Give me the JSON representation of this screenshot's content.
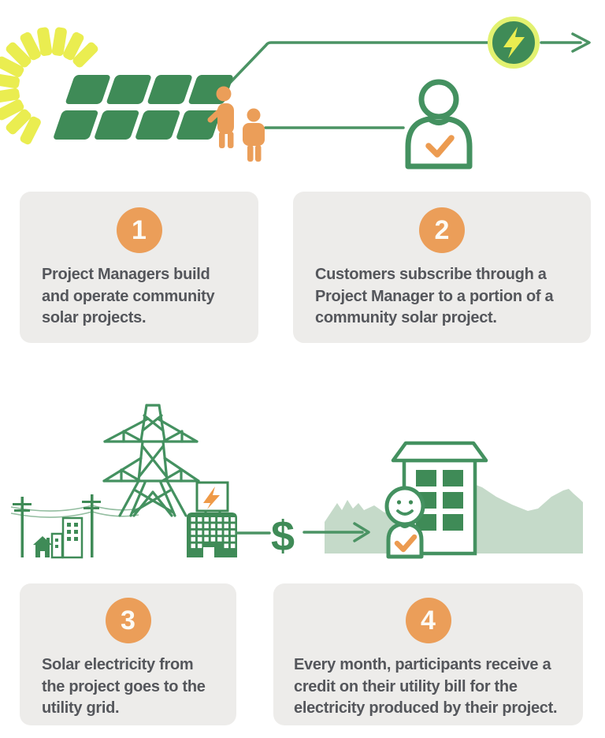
{
  "steps": [
    {
      "number": "1",
      "description": "Project Managers build and operate community solar projects."
    },
    {
      "number": "2",
      "description": "Customers subscribe through a Project Manager to a portion of a community solar project."
    },
    {
      "number": "3",
      "description": "Solar electricity from the project goes to the utility grid."
    },
    {
      "number": "4",
      "description": "Every month, participants receive a credit on their utility bill for the electricity produced by their project."
    }
  ],
  "illustrations": {
    "top": {
      "icons": [
        "sun-icon",
        "solar-panel-array-icon",
        "project-manager-figures-icon",
        "electricity-bolt-icon",
        "flow-arrow-icon",
        "subscriber-check-icon"
      ]
    },
    "middle": {
      "dollar_sign": "$",
      "icons": [
        "neighborhood-icon",
        "utility-pole-icon",
        "transmission-tower-icon",
        "inverter-bolt-icon",
        "solar-building-icon",
        "credit-arrow-icon",
        "mountains-icon",
        "apartment-building-icon",
        "participant-check-icon"
      ]
    }
  },
  "palette": {
    "green": "#3f8b57",
    "line_green": "#4b9364",
    "ray_yellow": "#eaed50",
    "ring_yellow": "#e2f170",
    "orange": "#eb9e59",
    "check_orange": "#ec9b50",
    "inverter_bolt_orange": "#ef9a47",
    "card_background": "#edecea",
    "text_gray": "#54565b",
    "mountain_sage": "#c5dac9",
    "number_white": "#fdfbf5"
  }
}
